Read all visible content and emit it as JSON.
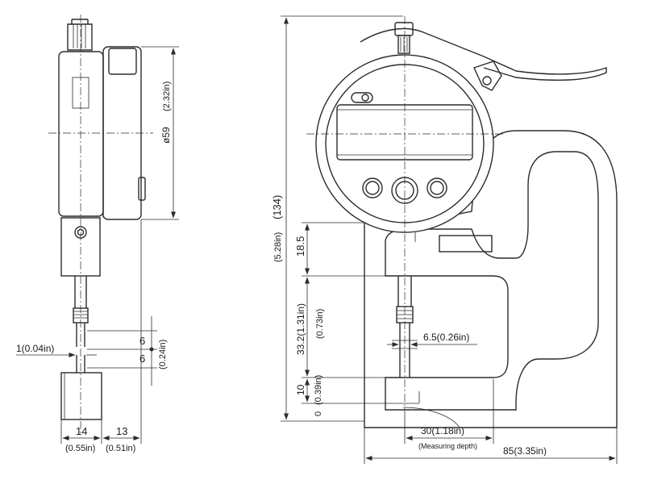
{
  "side_view": {
    "dia_label": "ø59",
    "dia_inch": "(2.32in)",
    "step_top": "6",
    "step_bottom": "6",
    "step_inch": "(0.24in)",
    "gap_label": "1(0.04in)",
    "width_left": "14",
    "width_left_inch": "(0.55in)",
    "width_right": "13",
    "width_right_inch": "(0.51in)"
  },
  "front_view": {
    "overall_height": "(134)",
    "overall_height_inch": "(5.28in)",
    "dim_18_5": "18.5",
    "dim_33_2": "33.2(1.31in)",
    "dim_33_2_inch": "(0.73in)",
    "dim_10": "10",
    "dim_10_inch": "(0.39in)",
    "dim_0": "0",
    "spindle_dia": "6.5(0.26in)",
    "depth_label": "30(1.18in)",
    "depth_caption": "(Measuring depth)",
    "width_85": "85(3.35in)"
  }
}
